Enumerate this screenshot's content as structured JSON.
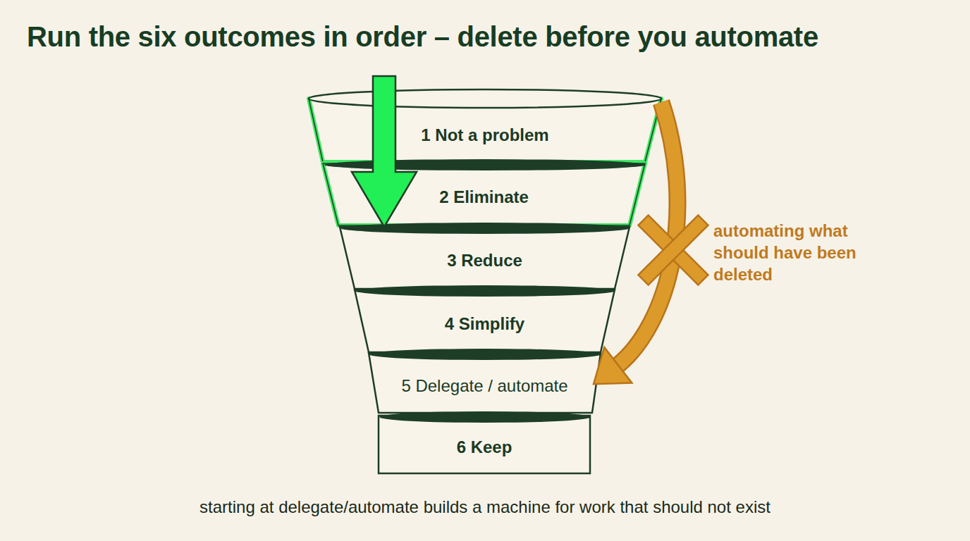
{
  "diagram": {
    "title": "Run the six outcomes in order – delete before you automate",
    "caption": "starting at delegate/automate builds a machine for work that should not exist",
    "nodes": [
      {
        "text": [
          "1 Not a problem"
        ]
      },
      {
        "text": [
          "2 Eliminate"
        ]
      },
      {
        "text": [
          "3 Reduce"
        ]
      },
      {
        "text": [
          "4 Simplify"
        ]
      },
      {
        "text": [
          "5 Delegate / automate"
        ]
      },
      {
        "text": [
          "6 Keep"
        ]
      }
    ],
    "edges": [
      {
        "from": 0,
        "to": 1,
        "arrow": "to"
      },
      {
        "from": 0,
        "to": 4,
        "label": "automating what should have been deleted",
        "arrow": "to"
      }
    ]
  }
}
